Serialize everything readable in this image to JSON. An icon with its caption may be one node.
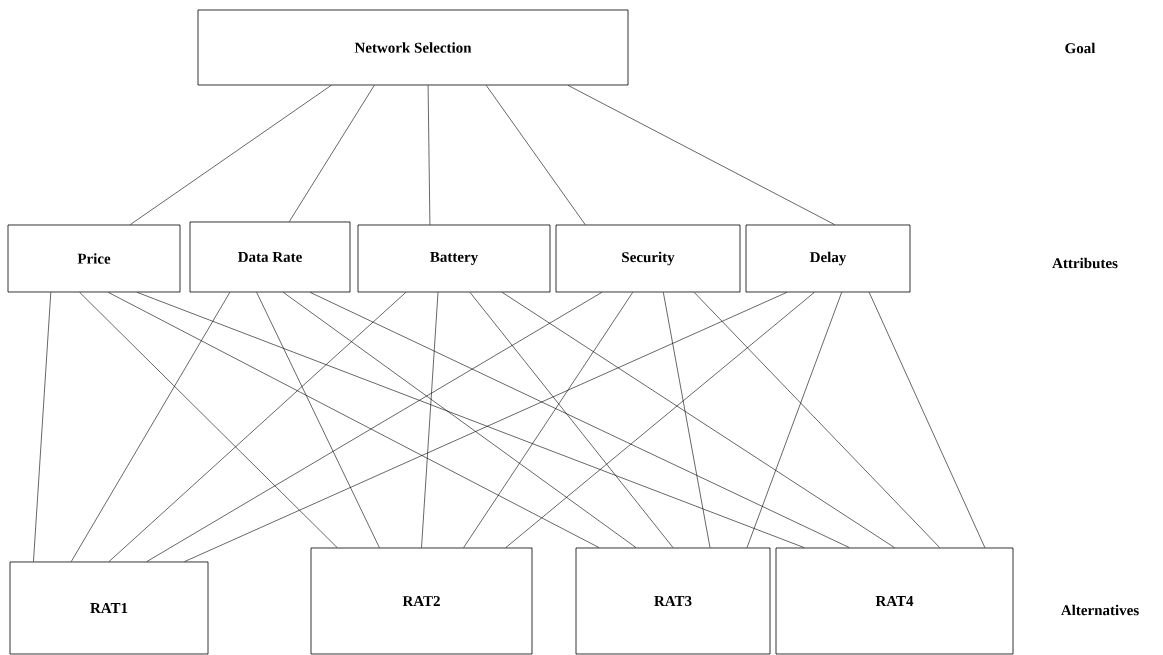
{
  "diagram": {
    "nodes": [
      {
        "text": [
          "Network Selection"
        ]
      },
      {
        "text": [
          "Price"
        ]
      },
      {
        "text": [
          "Data Rate"
        ]
      },
      {
        "text": [
          "Battery"
        ]
      },
      {
        "text": [
          "Security"
        ]
      },
      {
        "text": [
          "Delay"
        ]
      },
      {
        "text": [
          "RAT1"
        ]
      },
      {
        "text": [
          "RAT2"
        ]
      },
      {
        "text": [
          "RAT3"
        ]
      },
      {
        "text": [
          "RAT4"
        ]
      }
    ],
    "edges": [
      {
        "from": 0,
        "to": 1,
        "arrow": "none"
      },
      {
        "from": 0,
        "to": 2,
        "arrow": "none"
      },
      {
        "from": 0,
        "to": 3,
        "arrow": "none"
      },
      {
        "from": 0,
        "to": 4,
        "arrow": "none"
      },
      {
        "from": 0,
        "to": 5,
        "arrow": "none"
      },
      {
        "from": 1,
        "to": 6,
        "arrow": "none"
      },
      {
        "from": 1,
        "to": 7,
        "arrow": "none"
      },
      {
        "from": 1,
        "to": 8,
        "arrow": "none"
      },
      {
        "from": 1,
        "to": 9,
        "arrow": "none"
      },
      {
        "from": 2,
        "to": 6,
        "arrow": "none"
      },
      {
        "from": 2,
        "to": 7,
        "arrow": "none"
      },
      {
        "from": 2,
        "to": 8,
        "arrow": "none"
      },
      {
        "from": 2,
        "to": 9,
        "arrow": "none"
      },
      {
        "from": 3,
        "to": 6,
        "arrow": "none"
      },
      {
        "from": 3,
        "to": 7,
        "arrow": "none"
      },
      {
        "from": 3,
        "to": 8,
        "arrow": "none"
      },
      {
        "from": 3,
        "to": 9,
        "arrow": "none"
      },
      {
        "from": 4,
        "to": 6,
        "arrow": "none"
      },
      {
        "from": 4,
        "to": 7,
        "arrow": "none"
      },
      {
        "from": 4,
        "to": 8,
        "arrow": "none"
      },
      {
        "from": 4,
        "to": 9,
        "arrow": "none"
      },
      {
        "from": 5,
        "to": 6,
        "arrow": "none"
      },
      {
        "from": 5,
        "to": 7,
        "arrow": "none"
      },
      {
        "from": 5,
        "to": 8,
        "arrow": "none"
      },
      {
        "from": 5,
        "to": 9,
        "arrow": "none"
      }
    ],
    "labels": [
      "Goal",
      "Attributes",
      "Alternatives"
    ]
  }
}
